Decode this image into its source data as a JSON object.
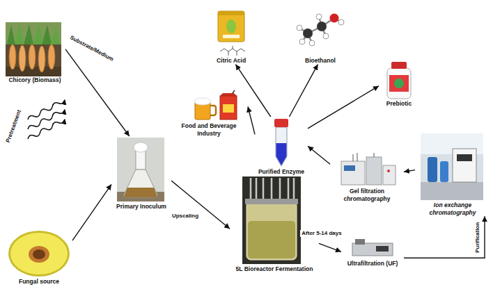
{
  "diagram": {
    "nodes": [
      {
        "text": [
          "Chicory (Biomass)"
        ]
      },
      {
        "text": [
          "Citric Acid"
        ]
      },
      {
        "text": [
          "Bioethanol"
        ]
      },
      {
        "text": [
          "Food and Beverage Industry"
        ]
      },
      {
        "text": [
          "Purified Enzyme"
        ]
      },
      {
        "text": [
          "Prebiotic"
        ]
      },
      {
        "text": [
          "Primary Inoculum"
        ]
      },
      {
        "text": [
          "Gel filtration chromatography"
        ]
      },
      {
        "text": [
          "Ion exchange chromatography"
        ]
      },
      {
        "text": [
          "Fungal source"
        ]
      },
      {
        "text": [
          "5L Bioreactor Fermentation"
        ]
      },
      {
        "text": [
          "Ultrafiltration (UF)"
        ]
      }
    ],
    "edges": [
      {
        "from": 0,
        "to": 6,
        "arrow": "to",
        "label": "Substrate/Medium"
      },
      {
        "from": 9,
        "to": 6,
        "arrow": "to"
      },
      {
        "from": 6,
        "to": 10,
        "arrow": "to",
        "label": "Upscaling"
      },
      {
        "from": 10,
        "to": 11,
        "arrow": "to",
        "label": "After 5-14 days"
      },
      {
        "from": 11,
        "to": 8,
        "arrow": "to",
        "label": "Purification"
      },
      {
        "from": 8,
        "to": 7,
        "arrow": "to"
      },
      {
        "from": 7,
        "to": 4,
        "arrow": "to"
      },
      {
        "from": 4,
        "to": 1,
        "arrow": "to"
      },
      {
        "from": 4,
        "to": 2,
        "arrow": "to"
      },
      {
        "from": 4,
        "to": 5,
        "arrow": "to"
      },
      {
        "from": 4,
        "to": 3,
        "arrow": "to"
      }
    ],
    "labels": [
      "Pretreatment"
    ]
  }
}
